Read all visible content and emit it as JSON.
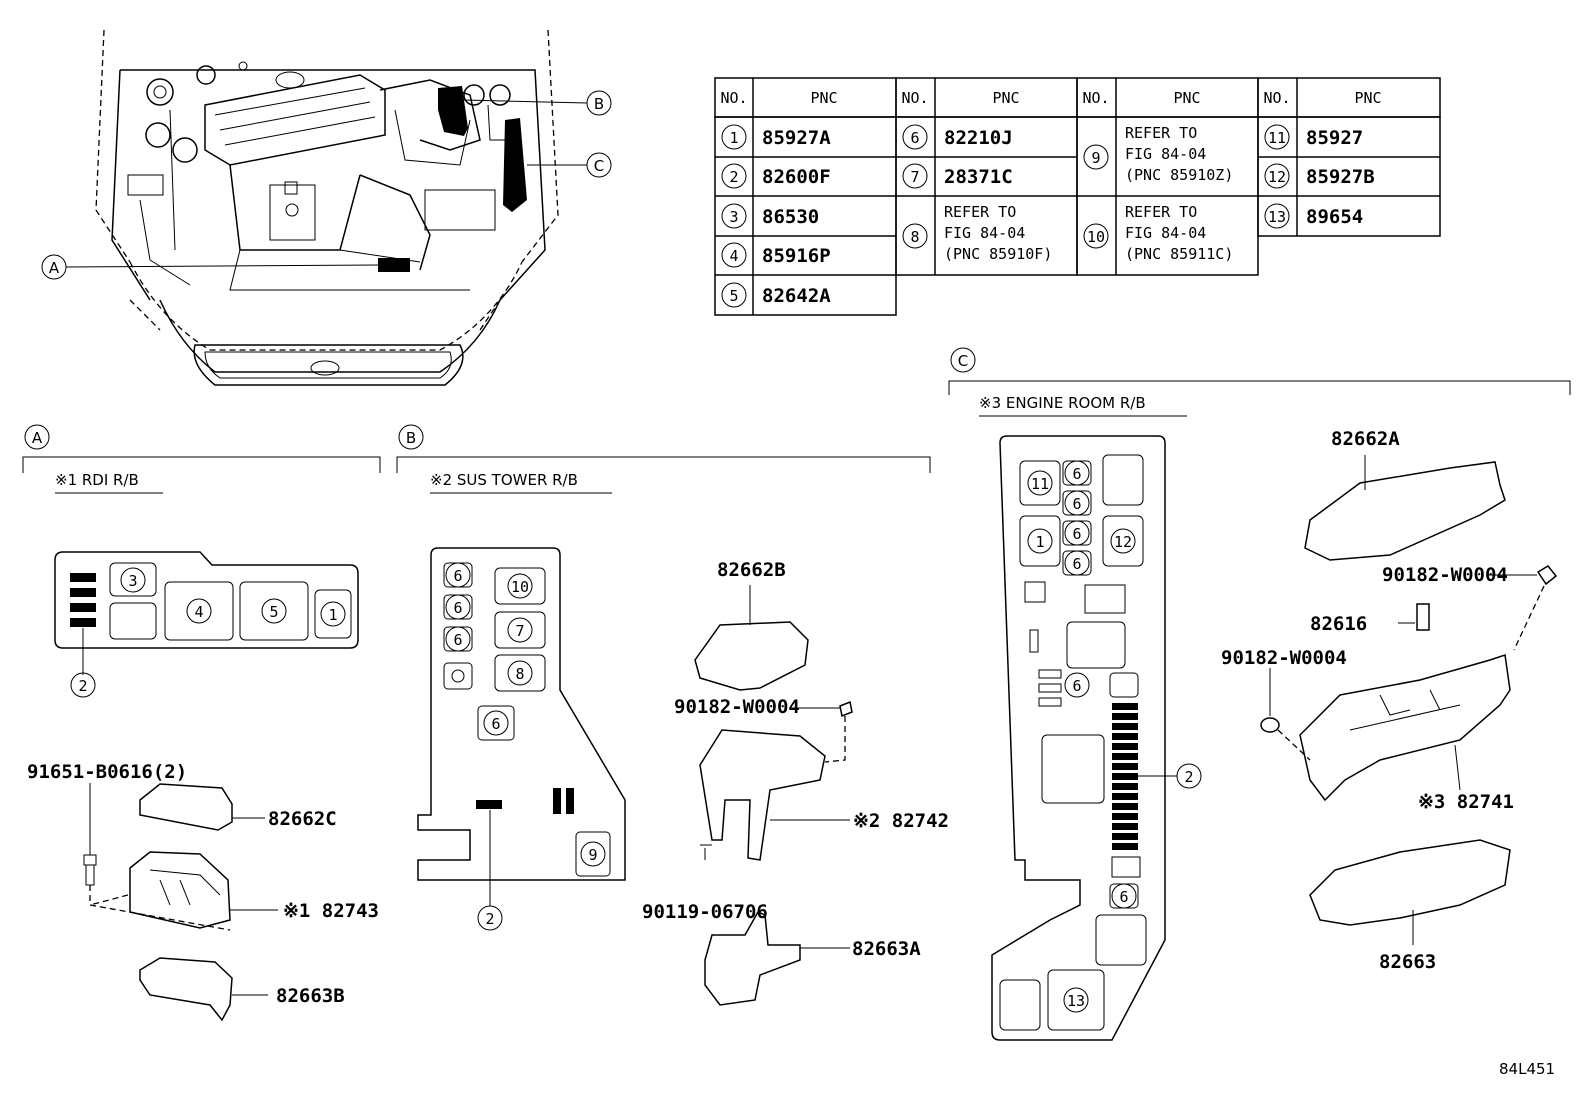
{
  "table": {
    "headers": {
      "no": "NO.",
      "pnc": "PNC"
    },
    "rows": [
      {
        "no": "1",
        "pnc": "85927A"
      },
      {
        "no": "2",
        "pnc": "82600F"
      },
      {
        "no": "3",
        "pnc": "86530"
      },
      {
        "no": "4",
        "pnc": "85916P"
      },
      {
        "no": "5",
        "pnc": "82642A"
      },
      {
        "no": "6",
        "pnc": "82210J"
      },
      {
        "no": "7",
        "pnc": "28371C"
      },
      {
        "no": "8",
        "pnc": [
          "REFER TO",
          "FIG 84-04",
          "(PNC 85910F)"
        ]
      },
      {
        "no": "9",
        "pnc": [
          "REFER TO",
          "FIG 84-04",
          "(PNC 85910Z)"
        ]
      },
      {
        "no": "10",
        "pnc": [
          "REFER TO",
          "FIG 84-04",
          "(PNC 85911C)"
        ]
      },
      {
        "no": "11",
        "pnc": "85927"
      },
      {
        "no": "12",
        "pnc": "85927B"
      },
      {
        "no": "13",
        "pnc": "89654"
      }
    ]
  },
  "car_callouts": [
    "A",
    "B",
    "C"
  ],
  "sections": {
    "a": {
      "letter": "A",
      "title": "※1 RDI R/B"
    },
    "b": {
      "letter": "B",
      "title": "※2 SUS TOWER R/B"
    },
    "c": {
      "letter": "C",
      "title": "※3 ENGINE ROOM R/B"
    }
  },
  "parts": {
    "p82662C": "82662C",
    "p82743": "※1 82743",
    "p82663B": "82663B",
    "p91651": "91651-B0616(2)",
    "p82662B": "82662B",
    "p90182_b": "90182-W0004",
    "p82742": "※2 82742",
    "p90119": "90119-06706",
    "p82663A": "82663A",
    "p82662A": "82662A",
    "p90182_c1": "90182-W0004",
    "p82616": "82616",
    "p90182_c2": "90182-W0004",
    "p82741": "※3 82741",
    "p82663": "82663"
  },
  "box_a_numbers": [
    "3",
    "4",
    "5",
    "1",
    "2"
  ],
  "box_b_numbers": [
    "6",
    "6",
    "6",
    "10",
    "7",
    "8",
    "6",
    "9",
    "2"
  ],
  "box_c_numbers": [
    "11",
    "6",
    "6",
    "1",
    "6",
    "12",
    "6",
    "6",
    "2",
    "6",
    "13"
  ],
  "figure_code": "84L451"
}
